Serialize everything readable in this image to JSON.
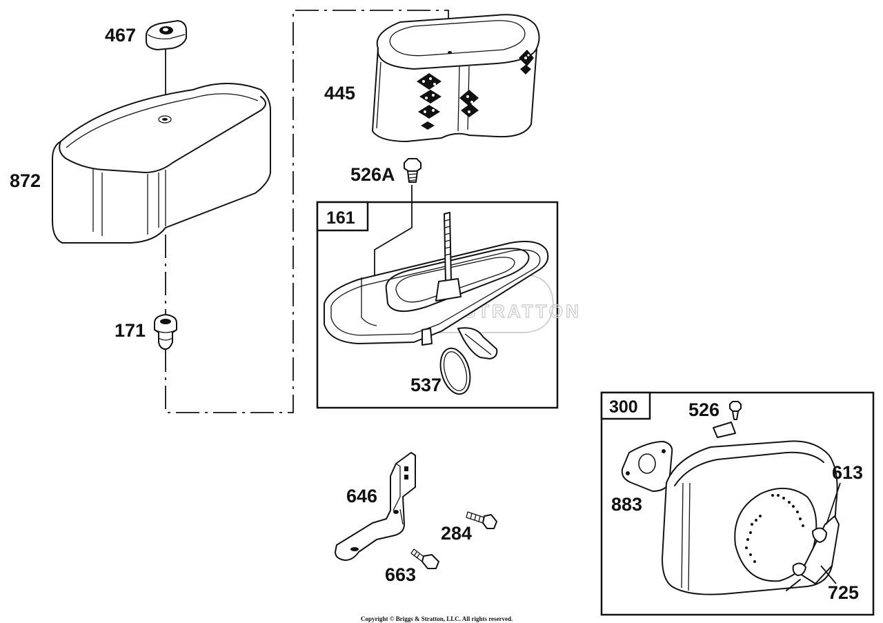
{
  "diagram": {
    "part_labels": {
      "p467": "467",
      "p445": "445",
      "p872": "872",
      "p526A": "526A",
      "p171": "171",
      "p537": "537",
      "p646": "646",
      "p284": "284",
      "p663": "663",
      "p526": "526",
      "p883": "883",
      "p613": "613",
      "p725": "725"
    },
    "kit_boxes": {
      "air_cleaner_kit": "161",
      "muffler_kit": "300"
    },
    "watermark": "BRIGGS & STRATTON",
    "copyright": "Copyright © Briggs & Stratton, LLC. All rights reserved."
  }
}
